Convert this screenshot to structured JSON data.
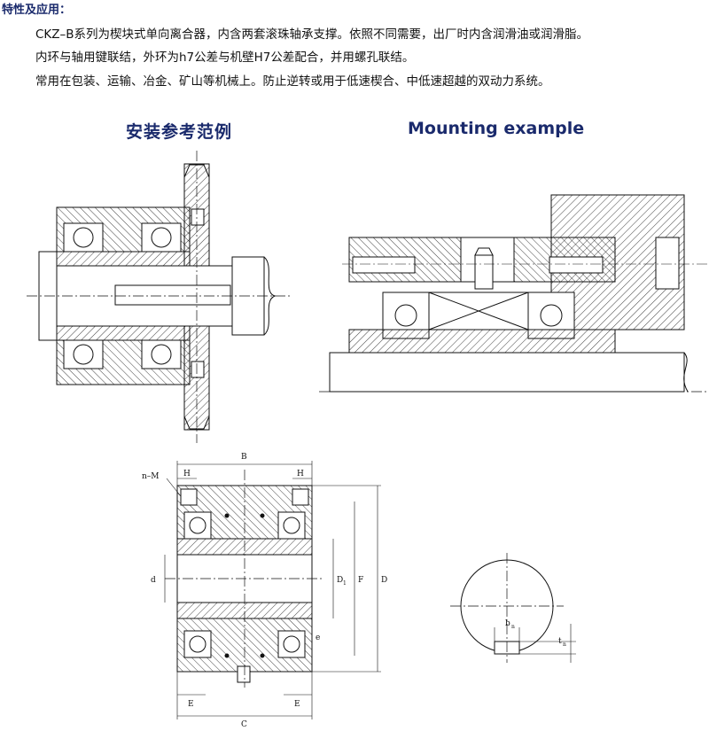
{
  "header": {
    "heading": "特性及应用：",
    "lines": [
      "CKZ–B系列为楔块式单向离合器，内含两套滚珠轴承支撑。依照不同需要，出厂时内含润滑油或润滑脂。",
      "内环与轴用键联结，外环为h7公差与机壁H7公差配合，并用螺孔联结。",
      "常用在包装、运输、冶金、矿山等机械上。防止逆转或用于低速楔合、中低速超越的双动力系统。"
    ]
  },
  "titles": {
    "cn": "安装参考范例",
    "en": "Mounting example"
  },
  "dims": {
    "B": "B",
    "nM": "n–M",
    "H_left": "H",
    "H_right": "H",
    "d": "d",
    "D1": "D",
    "D1_sub": "1",
    "F": "F",
    "D": "D",
    "e": "e",
    "E_left": "E",
    "E_right": "E",
    "C": "C",
    "bn": "b",
    "bn_sub": "n",
    "tn": "t",
    "tn_sub": "n"
  },
  "colors": {
    "accent": "#1a2a6c",
    "line": "#111111"
  }
}
